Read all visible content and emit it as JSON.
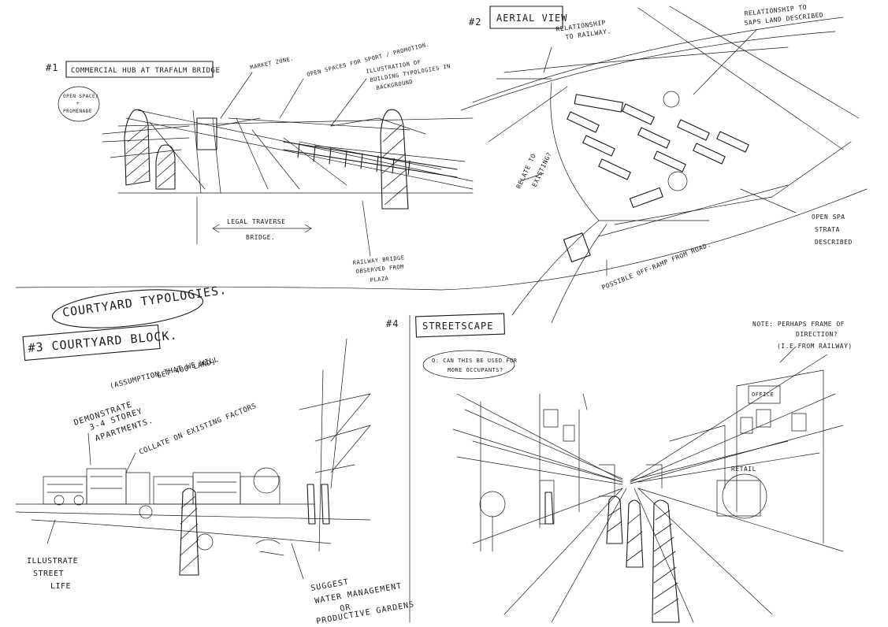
{
  "sketch1": {
    "number": "#1",
    "title": "Commercial Hub at Trafalm Bridge",
    "bubble_line1": "Open space/",
    "bubble_line2": "+",
    "bubble_line3": "Promenade",
    "note_market": "Market zone.",
    "note_open_spaces": "Open spaces for sport / promotion.",
    "note_illustration_1": "Illustration of",
    "note_illustration_2": "building typologies in",
    "note_illustration_3": "background",
    "note_traverse_1": "Legal traverse",
    "note_traverse_2": "bridge.",
    "note_railway_1": "Railway bridge",
    "note_railway_2": "observed from",
    "note_railway_3": "plaza"
  },
  "sketch2": {
    "number": "#2",
    "title": "Aerial View",
    "note_rail_1": "Relationship",
    "note_rail_2": "to railway.",
    "note_land_1": "Relationship to",
    "note_land_2": "saps land described",
    "note_existing_1": "Relate to",
    "note_existing_2": "existing?",
    "note_open_1": "Open spa",
    "note_open_2": "strata",
    "note_open_3": "described",
    "note_ramp": "Possible off-ramp from road."
  },
  "sketch3": {
    "header": "Courtyard typologies.",
    "title": "#3 Courtyard block.",
    "assumption_1": "(Assumption that we will",
    "assumption_2": "get 400 land)",
    "demonstrate_1": "Demonstrate",
    "demonstrate_2": "3-4 storey",
    "demonstrate_3": "apartments.",
    "relationship": "Collate on existing factors",
    "illustrate_1": "Illustrate",
    "illustrate_2": "street",
    "illustrate_3": "life",
    "water_1": "Suggest",
    "water_2": "water management",
    "water_3": "or",
    "water_4": "productive gardens"
  },
  "sketch4": {
    "number": "#4",
    "title": "Streetscape",
    "bubble_1": "Q: Can this be used for",
    "bubble_2": "more occupants?",
    "note_1": "Note: Perhaps frame of",
    "note_2": "direction?",
    "note_3": "(i.e from Railway)",
    "sign": "Retail",
    "storefront": "Office"
  }
}
